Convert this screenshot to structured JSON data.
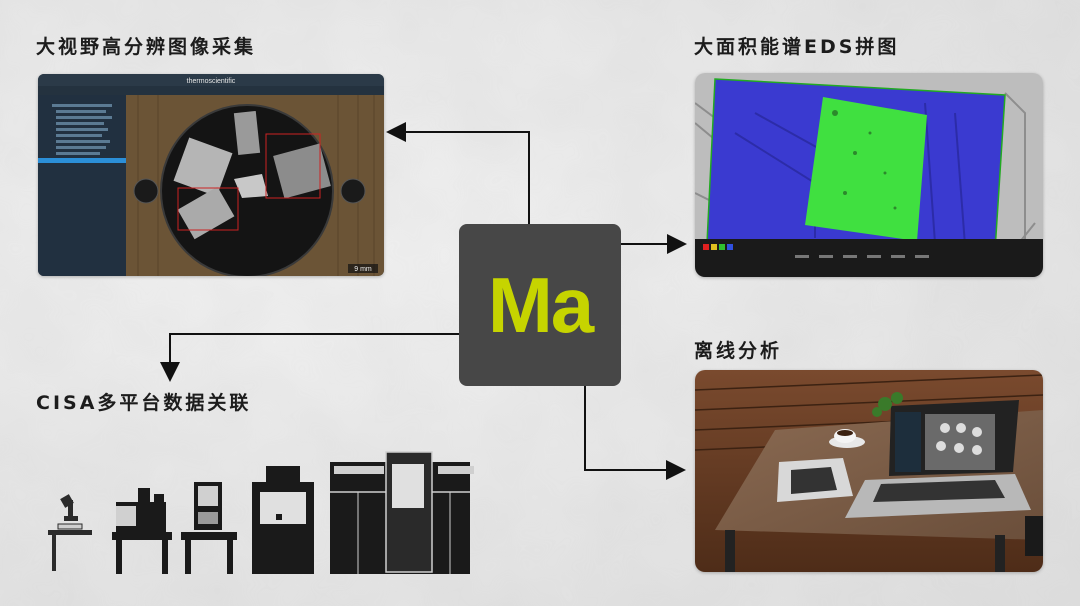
{
  "labels": {
    "top_left": "大视野高分辨图像采集",
    "top_right": "大面积能谱EDS拼图",
    "mid_right": "离线分析",
    "left": "CISA多平台数据关联"
  },
  "hub": {
    "text": "Ma",
    "color": "#c6d400"
  },
  "maps_window": {
    "app_title": "thermoscientific",
    "scale_text": "9 mm"
  },
  "colors": {
    "arrow": "#111111",
    "eds_substrate": "#3a3ad0",
    "eds_pad": "#40e040",
    "hub_bg": "#474747"
  }
}
